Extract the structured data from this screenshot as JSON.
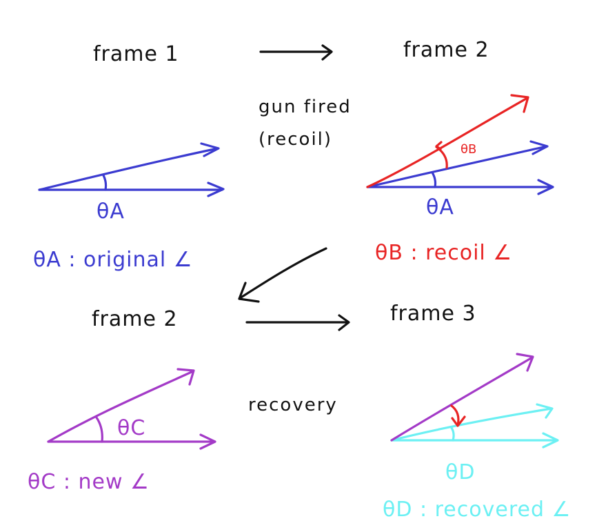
{
  "colors": {
    "ink": "#111111",
    "blue": "#3b3bd0",
    "red": "#e82424",
    "purple": "#a33ac7",
    "cyan": "#6cf0f3"
  },
  "labels": {
    "frame1": "frame 1",
    "frame2_top": "frame 2",
    "frame2_bottom": "frame 2",
    "frame3": "frame 3",
    "gun_fired": "gun fired",
    "recoil_paren": "(recoil)",
    "recovery": "recovery"
  },
  "angles": {
    "theta_a_tag_left": "θA",
    "theta_a_tag_right": "θA",
    "theta_b_tag": "θB",
    "theta_c_tag": "θC",
    "theta_d_tag": "θD"
  },
  "legend": {
    "theta_a": "θA : original ∠",
    "theta_b": "θB : recoil ∠",
    "theta_c": "θC : new ∠",
    "theta_d": "θD : recovered ∠"
  }
}
